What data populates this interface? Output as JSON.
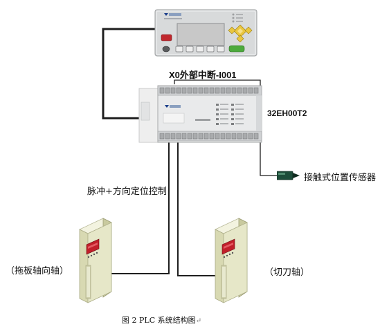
{
  "labels": {
    "interrupt": "X0外部中断-I001",
    "plc_model": "32EH00T2",
    "sensor": "接触式位置传感器",
    "pulse_control": "脉冲+方向定位控制",
    "servo_left": "（拖板轴向轴）",
    "servo_right": "（切刀轴）"
  },
  "caption": "图 2 PLC 系统结构图",
  "caption_mark": "↵",
  "colors": {
    "wire": "#1e1e1e",
    "device_body": "#d8dadb",
    "servo_body": "#e6e7c8",
    "servo_display": "#c11f2a",
    "hmi_screen": "#c8c8c8",
    "hmi_key_yellow": "#e9c640",
    "sensor": "#1d4d3a"
  }
}
